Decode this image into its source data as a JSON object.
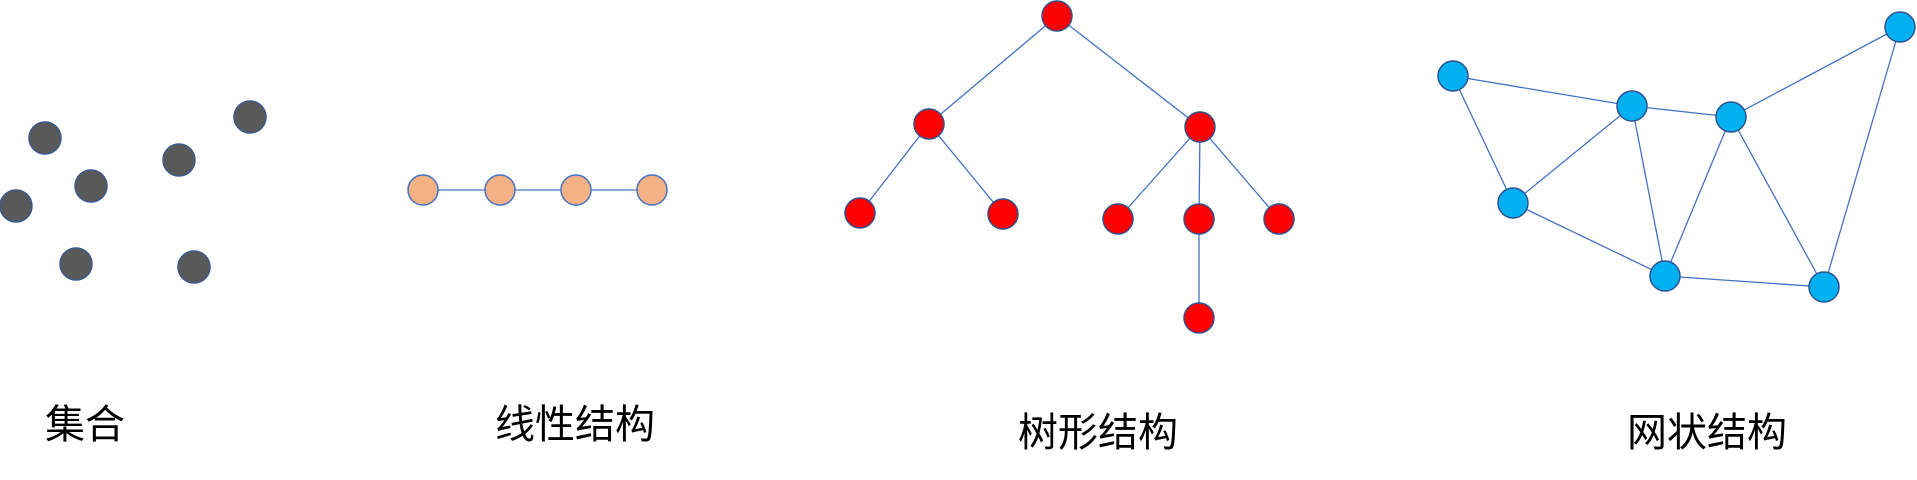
{
  "diagrams": [
    {
      "id": "set",
      "caption": "集合",
      "node_fill": "#595959",
      "node_stroke": "#3a5a8c",
      "edge_color": "#4472c4"
    },
    {
      "id": "linear",
      "caption": "线性结构",
      "node_fill": "#f4b183",
      "node_stroke": "#4472c4",
      "edge_color": "#4472c4"
    },
    {
      "id": "tree",
      "caption": "树形结构",
      "node_fill": "#ff0000",
      "node_stroke": "#2f528f",
      "edge_color": "#4472c4"
    },
    {
      "id": "graph",
      "caption": "网状结构",
      "node_fill": "#00b0f0",
      "node_stroke": "#2f528f",
      "edge_color": "#4472c4"
    }
  ]
}
